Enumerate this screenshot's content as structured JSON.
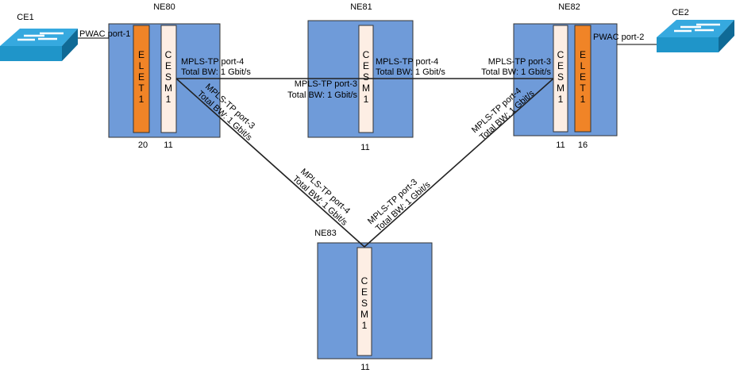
{
  "colors": {
    "ne_box": "#6f9bd9",
    "elet_card": "#f08427",
    "cesm_card": "#fdeee4",
    "switch": "#1f95c9"
  },
  "ce": [
    {
      "name": "CE1",
      "icon": "switch-icon"
    },
    {
      "name": "CE2",
      "icon": "switch-icon"
    }
  ],
  "ne": [
    {
      "name": "NE80",
      "slots": [
        "20",
        "11"
      ]
    },
    {
      "name": "NE81",
      "slots": [
        "11"
      ]
    },
    {
      "name": "NE82",
      "slots": [
        "11",
        "16"
      ]
    },
    {
      "name": "NE83",
      "slots": [
        "11"
      ]
    }
  ],
  "cards": {
    "elet": [
      "E",
      "L",
      "E",
      "T",
      "1"
    ],
    "cesm": [
      "C",
      "E",
      "S",
      "M",
      "1"
    ]
  },
  "links": {
    "pwac1": "PWAC port-1",
    "pwac2": "PWAC port-2",
    "p4": "MPLS-TP port-4",
    "p3": "MPLS-TP port-3",
    "bw": "Total BW: 1 Gbit/s"
  }
}
